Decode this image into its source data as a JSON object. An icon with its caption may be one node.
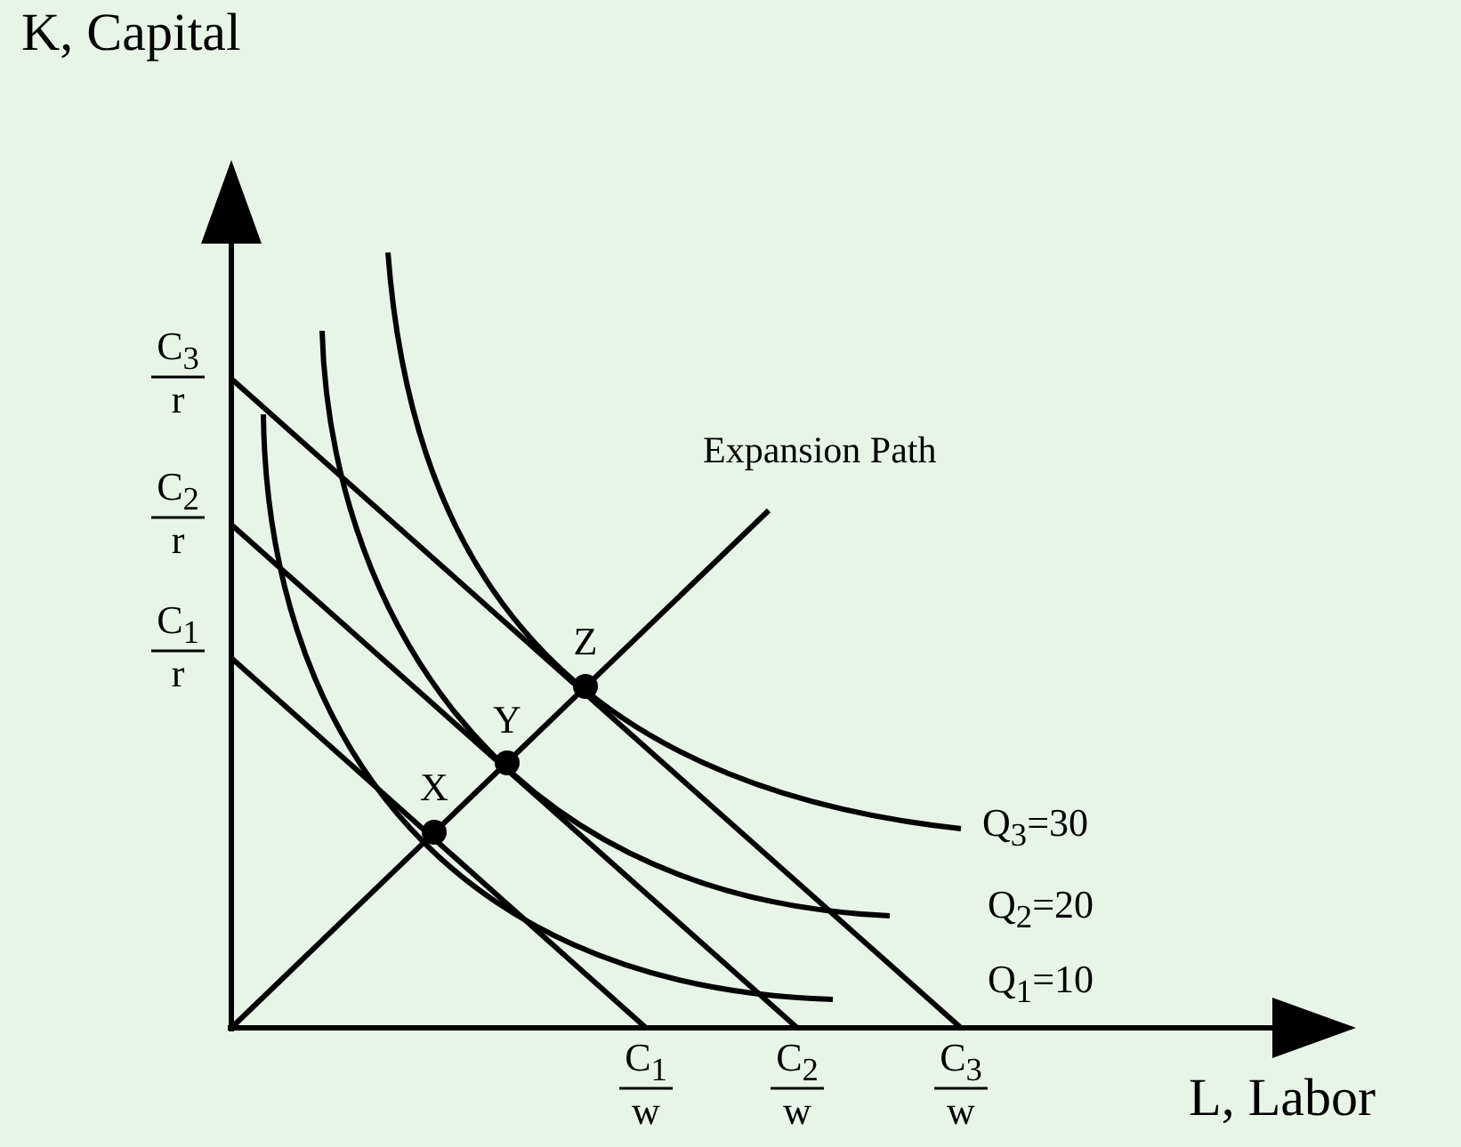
{
  "diagram": {
    "labels": [
      "K, Capital",
      "C$_{3}$",
      "r",
      "Expansion Path",
      "C$_{2}$",
      "r",
      "Z",
      "C$_{1}$",
      "r",
      "Y",
      "X",
      "Q$_{3}$=30",
      "Q$_{2}$=20",
      "Q$_{1}$=10",
      "C$_{1}$",
      "w",
      "C$_{2}$",
      "w",
      "C$_{3}$",
      "w",
      "L, Labor"
    ]
  }
}
